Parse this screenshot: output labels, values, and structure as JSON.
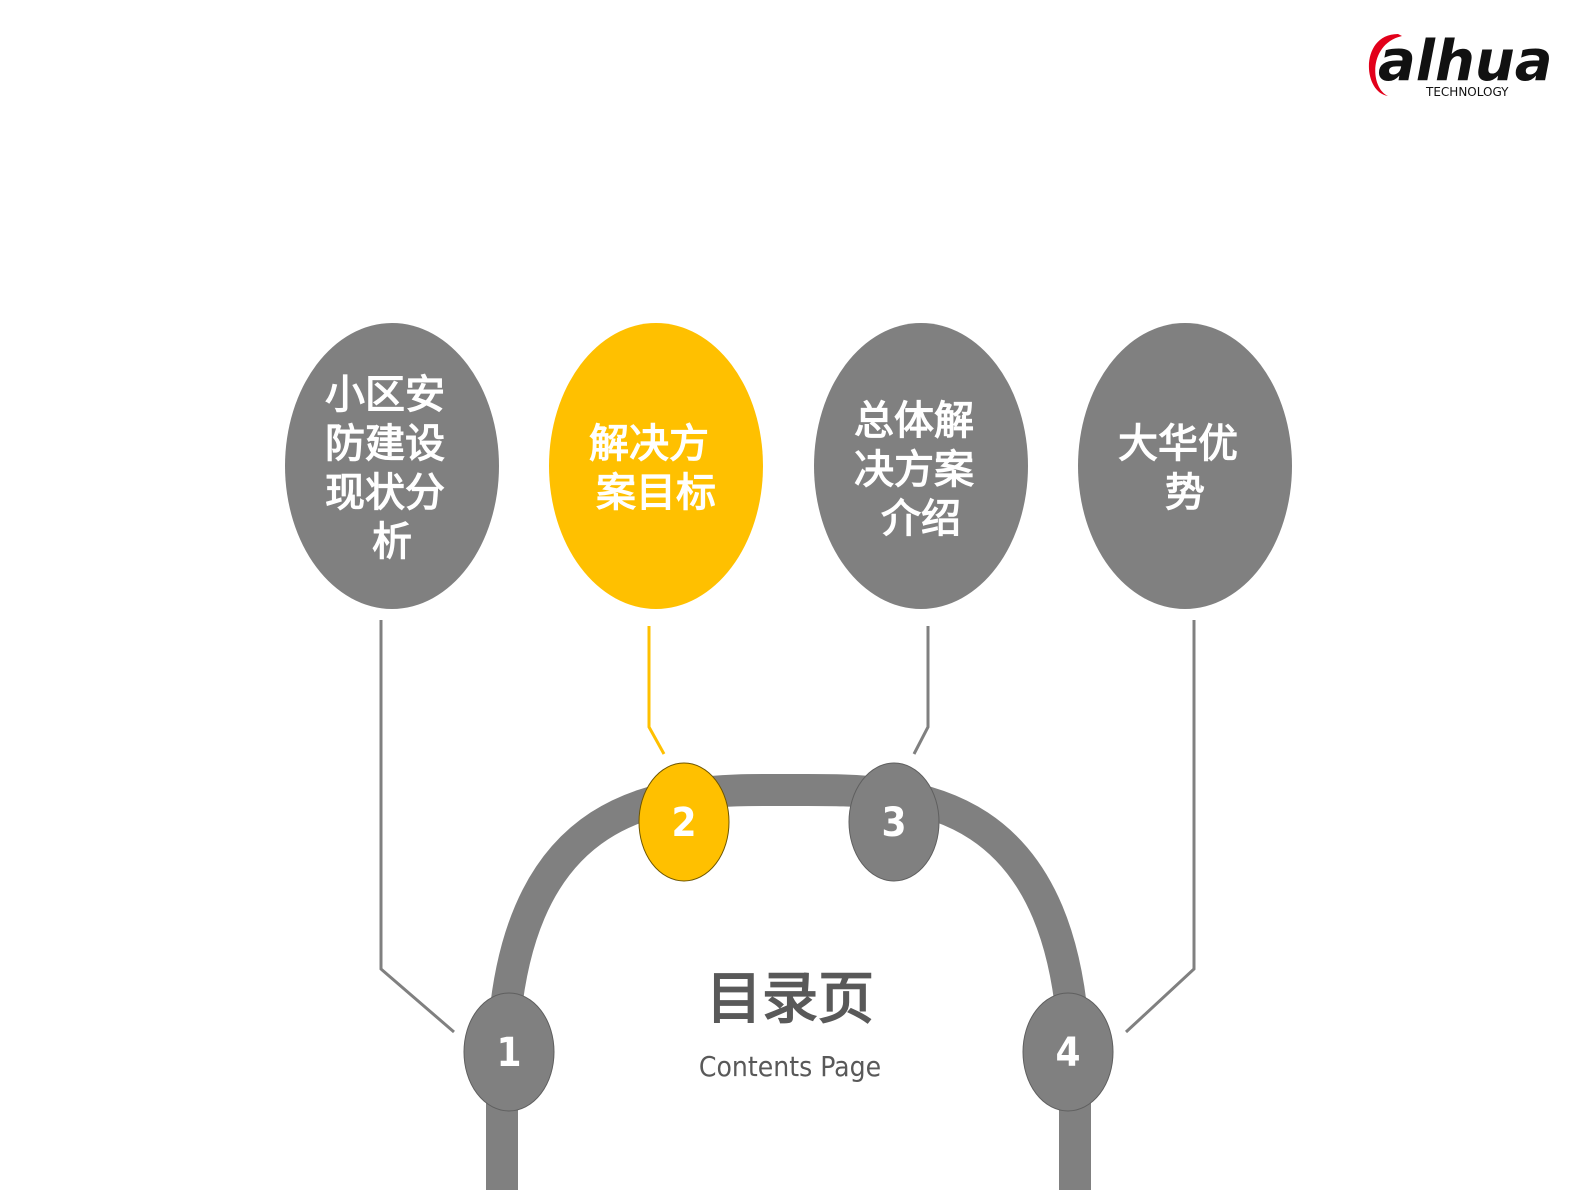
{
  "brand": {
    "logo_text": "alhua",
    "logo_sub": "TECHNOLOGY",
    "accent_color": "#e2001a"
  },
  "colors": {
    "gray": "#808080",
    "yellow": "#ffc000",
    "white": "#ffffff",
    "title": "#595959"
  },
  "center": {
    "title": "目录页",
    "subtitle": "Contents Page"
  },
  "sections": [
    {
      "number": "1",
      "lines": [
        "小区安",
        "防建设",
        "现状分",
        "析"
      ],
      "color": "#808080",
      "active": false
    },
    {
      "number": "2",
      "lines": [
        "解决方",
        "案目标"
      ],
      "color": "#ffc000",
      "active": true
    },
    {
      "number": "3",
      "lines": [
        "总体解",
        "决方案",
        "介绍"
      ],
      "color": "#808080",
      "active": false
    },
    {
      "number": "4",
      "lines": [
        "大华优",
        "势"
      ],
      "color": "#808080",
      "active": false
    }
  ]
}
